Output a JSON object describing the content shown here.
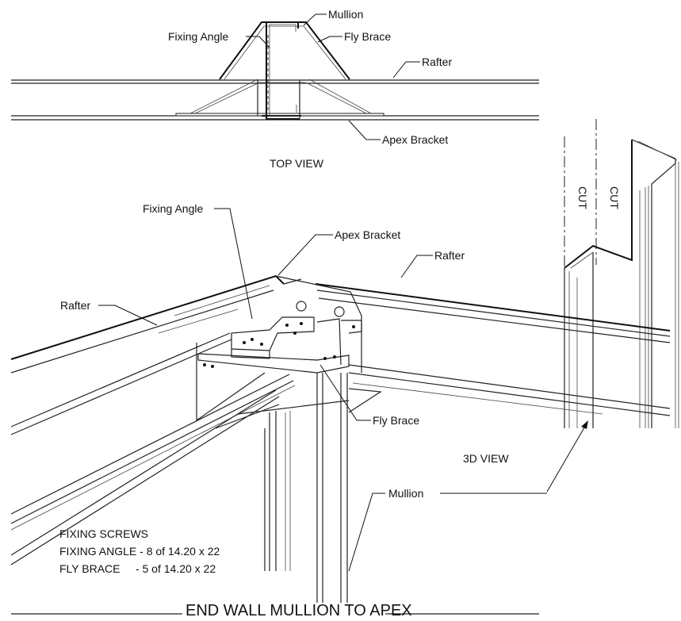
{
  "top_view": {
    "title": "TOP VIEW",
    "labels": {
      "mullion": "Mullion",
      "fixing_angle": "Fixing Angle",
      "fly_brace": "Fly Brace",
      "rafter": "Rafter",
      "apex_bracket": "Apex Bracket"
    }
  },
  "iso_view": {
    "labels": {
      "fixing_angle": "Fixing Angle",
      "apex_bracket": "Apex Bracket",
      "rafter_right": "Rafter",
      "rafter_left": "Rafter",
      "fly_brace": "Fly Brace",
      "mullion": "Mullion"
    }
  },
  "view_3d": {
    "title": "3D VIEW",
    "cut_left": "CUT",
    "cut_right": "CUT"
  },
  "notes": {
    "heading": "FIXING SCREWS",
    "line1": "FIXING ANGLE - 8 of 14.20 x 22",
    "line2": "FLY BRACE     - 5 of 14.20 x 22"
  },
  "footer": {
    "title": "END WALL MULLION TO APEX"
  }
}
